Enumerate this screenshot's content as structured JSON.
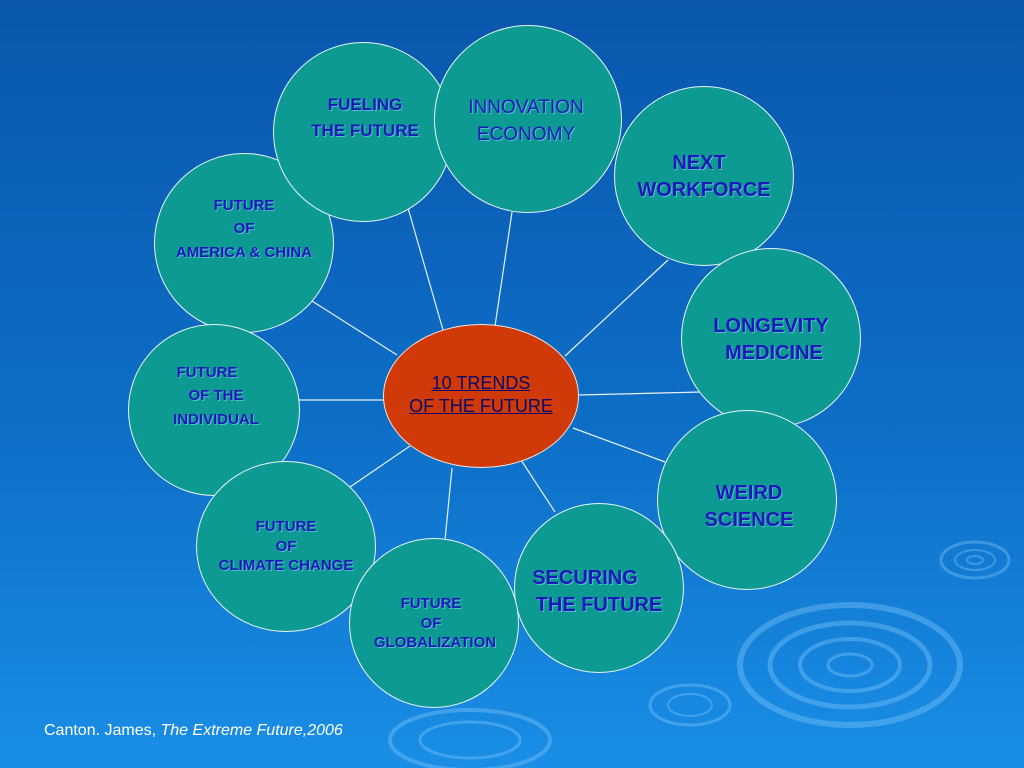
{
  "center": {
    "lines": [
      "10 TRENDS",
      "OF THE FUTURE"
    ]
  },
  "nodes": [
    {
      "id": "fueling-the-future",
      "lines": [
        "FUELING",
        "THE FUTURE"
      ]
    },
    {
      "id": "innovation-economy",
      "lines": [
        "INNOVATION",
        "ECONOMY"
      ]
    },
    {
      "id": "next-workforce",
      "lines": [
        "NEXT",
        "WORKFORCE"
      ]
    },
    {
      "id": "longevity-medicine",
      "lines": [
        "LONGEVITY",
        "MEDICINE"
      ]
    },
    {
      "id": "weird-science",
      "lines": [
        "WEIRD",
        "SCIENCE"
      ]
    },
    {
      "id": "securing-the-future",
      "lines": [
        "SECURING",
        "THE FUTURE"
      ]
    },
    {
      "id": "future-of-globalization",
      "lines": [
        "FUTURE",
        "OF",
        "GLOBALIZATION"
      ]
    },
    {
      "id": "future-of-climate-change",
      "lines": [
        "FUTURE",
        "OF",
        "CLIMATE CHANGE"
      ]
    },
    {
      "id": "future-of-the-individual",
      "lines": [
        "FUTURE",
        "OF THE",
        "INDIVIDUAL"
      ]
    },
    {
      "id": "future-of-america-china",
      "lines": [
        "FUTURE",
        "OF",
        "AMERICA & CHINA"
      ]
    }
  ],
  "citation": {
    "author": "Canton. James, ",
    "title": "The Extreme Future,2006"
  },
  "colors": {
    "background": "#0a57ad",
    "node_fill": "#0d9a92",
    "center_fill": "#cf3a08",
    "node_text": "#1a1ab8",
    "center_text": "#0a0a6a",
    "connector": "#ffffff"
  }
}
